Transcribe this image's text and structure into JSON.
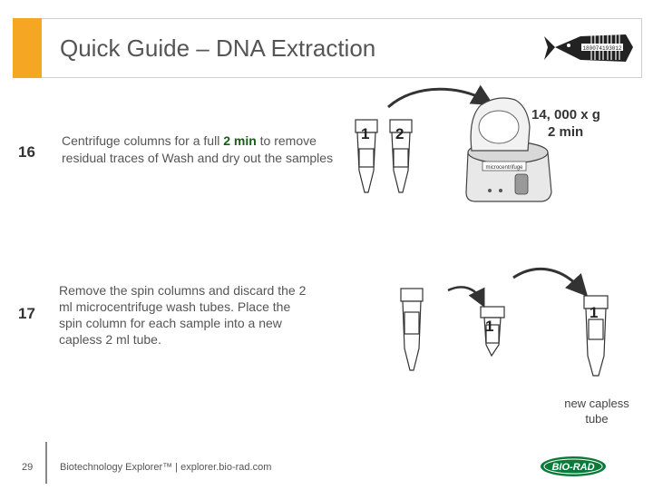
{
  "header": {
    "title": "Quick Guide – DNA Extraction",
    "logo_text": "180074193012"
  },
  "step16": {
    "number": "16",
    "text_before": "Centrifuge columns for a full ",
    "text_bold": "2 min",
    "text_after": " to remove residual traces of Wash and dry out the samples"
  },
  "step17": {
    "number": "17",
    "text": "Remove the spin columns and discard the 2 ml microcentrifuge wash tubes. Place the spin column for each sample into a new capless 2 ml tube."
  },
  "figure16": {
    "tube_labels": [
      "1",
      "2"
    ],
    "speed": "14, 000 x g",
    "time": "2 min",
    "centrifuge_label": "microcentrifuge"
  },
  "figure17": {
    "tube_labels": [
      "1",
      "1"
    ],
    "new_tube_label": "new capless tube"
  },
  "footer": {
    "page_number": "29",
    "text": "Biotechnology Explorer™ |   explorer.bio-rad.com",
    "brand": "BIO-RAD"
  },
  "colors": {
    "accent": "#f5a623",
    "brand_green": "#0a7a3a",
    "highlight": "#1a5c1a"
  }
}
